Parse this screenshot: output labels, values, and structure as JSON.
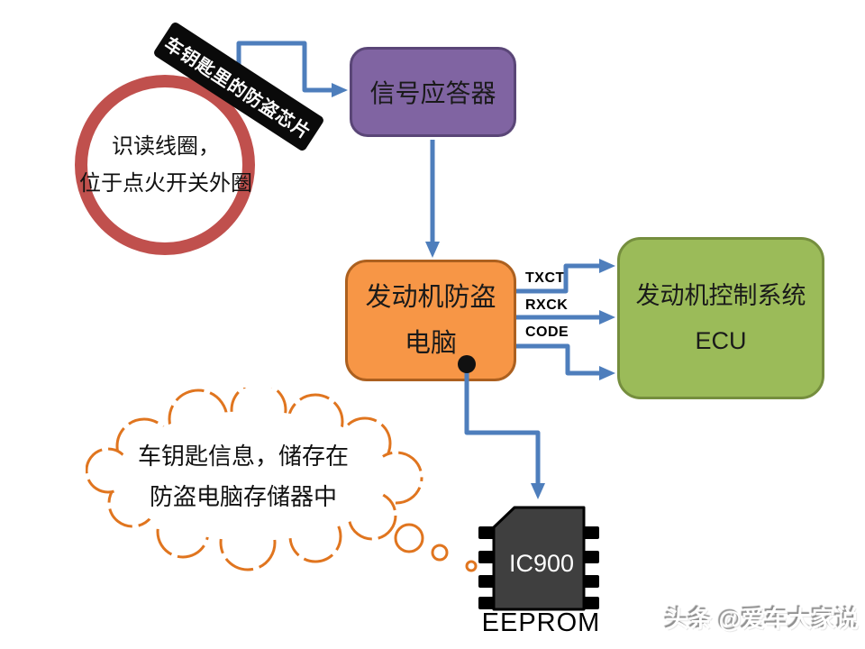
{
  "banner": {
    "label": "车钥匙里的防盗芯片"
  },
  "coil": {
    "line1": "识读线圈，",
    "line2": "位于点火开关外圈"
  },
  "transponder": {
    "label": "信号应答器"
  },
  "immobilizer": {
    "line1": "发动机防盗",
    "line2": "电脑"
  },
  "ecu": {
    "line1": "发动机控制系统",
    "line2": "ECU"
  },
  "signals": {
    "txct": "TXCT",
    "rxck": "RXCK",
    "code": "CODE"
  },
  "cloud": {
    "line1": "车钥匙信息，储存在",
    "line2": "防盗电脑存储器中"
  },
  "chip": {
    "label": "IC900",
    "caption": "EEPROM"
  },
  "watermark": {
    "text": "头条 @爱车大家说"
  },
  "colors": {
    "arrow_blue": "#4E7EBC",
    "transponder_purple": "#8064A2",
    "immobilizer_orange": "#F79646",
    "ecu_green": "#9BBB59",
    "coil_red": "#C0504D",
    "cloud_orange": "#E0751F",
    "chip_gray": "#3F3F3F",
    "banner_black": "#0a0a0a"
  }
}
